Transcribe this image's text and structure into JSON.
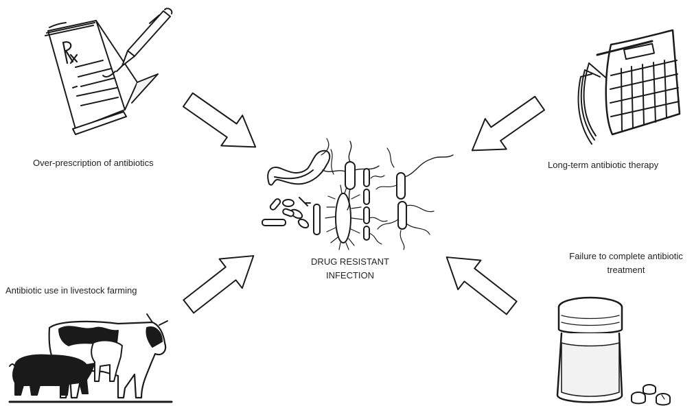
{
  "colors": {
    "ink": "#1a1a1a",
    "background": "#ffffff"
  },
  "center": {
    "line1": "DRUG RESISTANT",
    "line2": "INFECTION",
    "icon": "bacteria-illustration"
  },
  "causes": [
    {
      "label": "Over-prescription of antibiotics",
      "icon": "prescription-pad-pen-icon"
    },
    {
      "label": "Long-term antibiotic therapy",
      "icon": "calendar-icon"
    },
    {
      "label": "Antibiotic use in livestock farming",
      "icon": "cow-pig-livestock-icon"
    },
    {
      "line1": "Failure to complete antibiotic",
      "line2": "treatment",
      "icon": "pill-bottle-icon"
    }
  ]
}
